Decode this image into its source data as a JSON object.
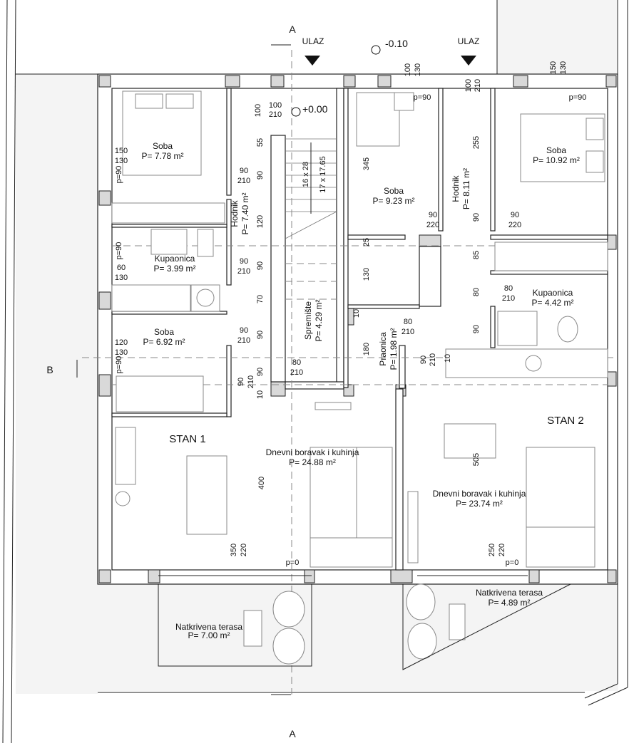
{
  "title": "Tlocrt prizemlja - STAN 1 i STAN 2",
  "markers": {
    "section_a_top": "A",
    "section_a_bottom": "A",
    "section_b": "B",
    "entrance_1": "ULAZ",
    "entrance_2": "ULAZ"
  },
  "levels": {
    "outside": "-0.10",
    "inside": "+0.00"
  },
  "apartments": {
    "stan1": "STAN 1",
    "stan2": "STAN 2"
  },
  "rooms": [
    {
      "name": "Soba",
      "area": "P= 7.78 m²"
    },
    {
      "name": "Hodnik",
      "area": "P= 7.40 m²"
    },
    {
      "name": "Kupaonica",
      "area": "P= 3.99 m²"
    },
    {
      "name": "Soba",
      "area": "P= 6.92 m²"
    },
    {
      "name": "Spremište",
      "area": "P= 4.29 m²"
    },
    {
      "name": "Dnevni boravak i kuhinja",
      "area": "P= 24.88 m²"
    },
    {
      "name": "Natkrivena terasa",
      "area": "P= 7.00 m²"
    },
    {
      "name": "Soba",
      "area": "P= 9.23 m²"
    },
    {
      "name": "Hodnik",
      "area": "P= 8.11 m²"
    },
    {
      "name": "Soba",
      "area": "P= 10.92 m²"
    },
    {
      "name": "Kupaonica",
      "area": "P= 4.42 m²"
    },
    {
      "name": "Praonica",
      "area": "P= 1.98 m²"
    },
    {
      "name": "Dnevni boravak i kuhinja",
      "area": "P= 23.74 m²"
    },
    {
      "name": "Natkrivena terasa",
      "area": "P= 4.89 m²"
    }
  ],
  "dims": [
    "100",
    "210",
    "100",
    "55",
    "90",
    "210",
    "90",
    "120",
    "90",
    "210",
    "90",
    "70",
    "90",
    "210",
    "90",
    "80",
    "210",
    "90",
    "90",
    "210",
    "10",
    "16 x 28",
    "17 x 17.65",
    "150",
    "130",
    "p=90",
    "p=90",
    "60",
    "130",
    "120",
    "130",
    "p=90",
    "400",
    "350",
    "220",
    "p=0",
    "100",
    "130",
    "p=90",
    "100",
    "210",
    "150",
    "130",
    "p=90",
    "345",
    "255",
    "90",
    "220",
    "90",
    "90",
    "220",
    "25",
    "85",
    "130",
    "80",
    "80",
    "210",
    "10",
    "80",
    "210",
    "180",
    "90",
    "210",
    "90",
    "10",
    "505",
    "250",
    "220",
    "p=0"
  ]
}
